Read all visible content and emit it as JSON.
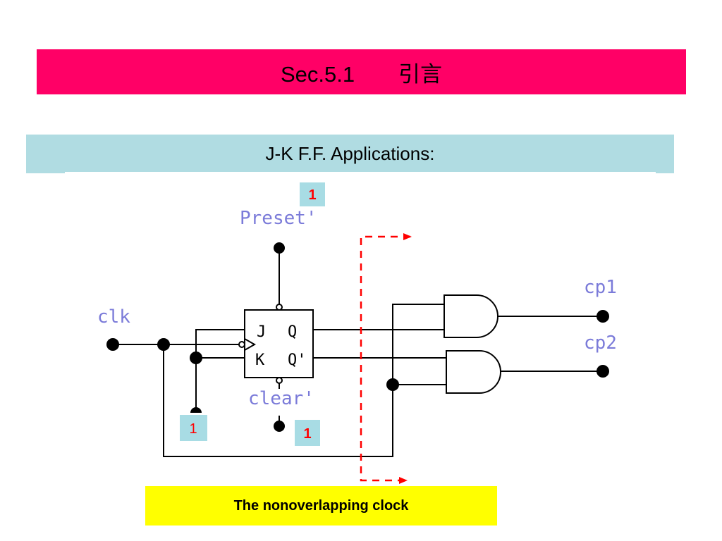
{
  "slide": {
    "title": "Sec.5.1　　引言",
    "subtitle": "J-K F.F.  Applications:",
    "caption": "The nonoverlapping clock"
  },
  "diagram": {
    "labels": {
      "preset": "Preset'",
      "clear": "clear'",
      "clk": "clk",
      "cp1": "cp1",
      "cp2": "cp2",
      "j": "J",
      "k": "K",
      "q": "Q",
      "q_not": "Q'"
    },
    "values": {
      "preset_value": "1",
      "clear_value": "1",
      "jk_value": "1"
    }
  },
  "colors": {
    "title_bar": "#ff0066",
    "subtitle_bar": "#b0dce2",
    "caption_box": "#ffff00",
    "signal_label": "#7b7bd9",
    "value_box": "#a8dce4",
    "value_text_red": "#ff0000",
    "dashed_arrow": "#ff0000"
  }
}
